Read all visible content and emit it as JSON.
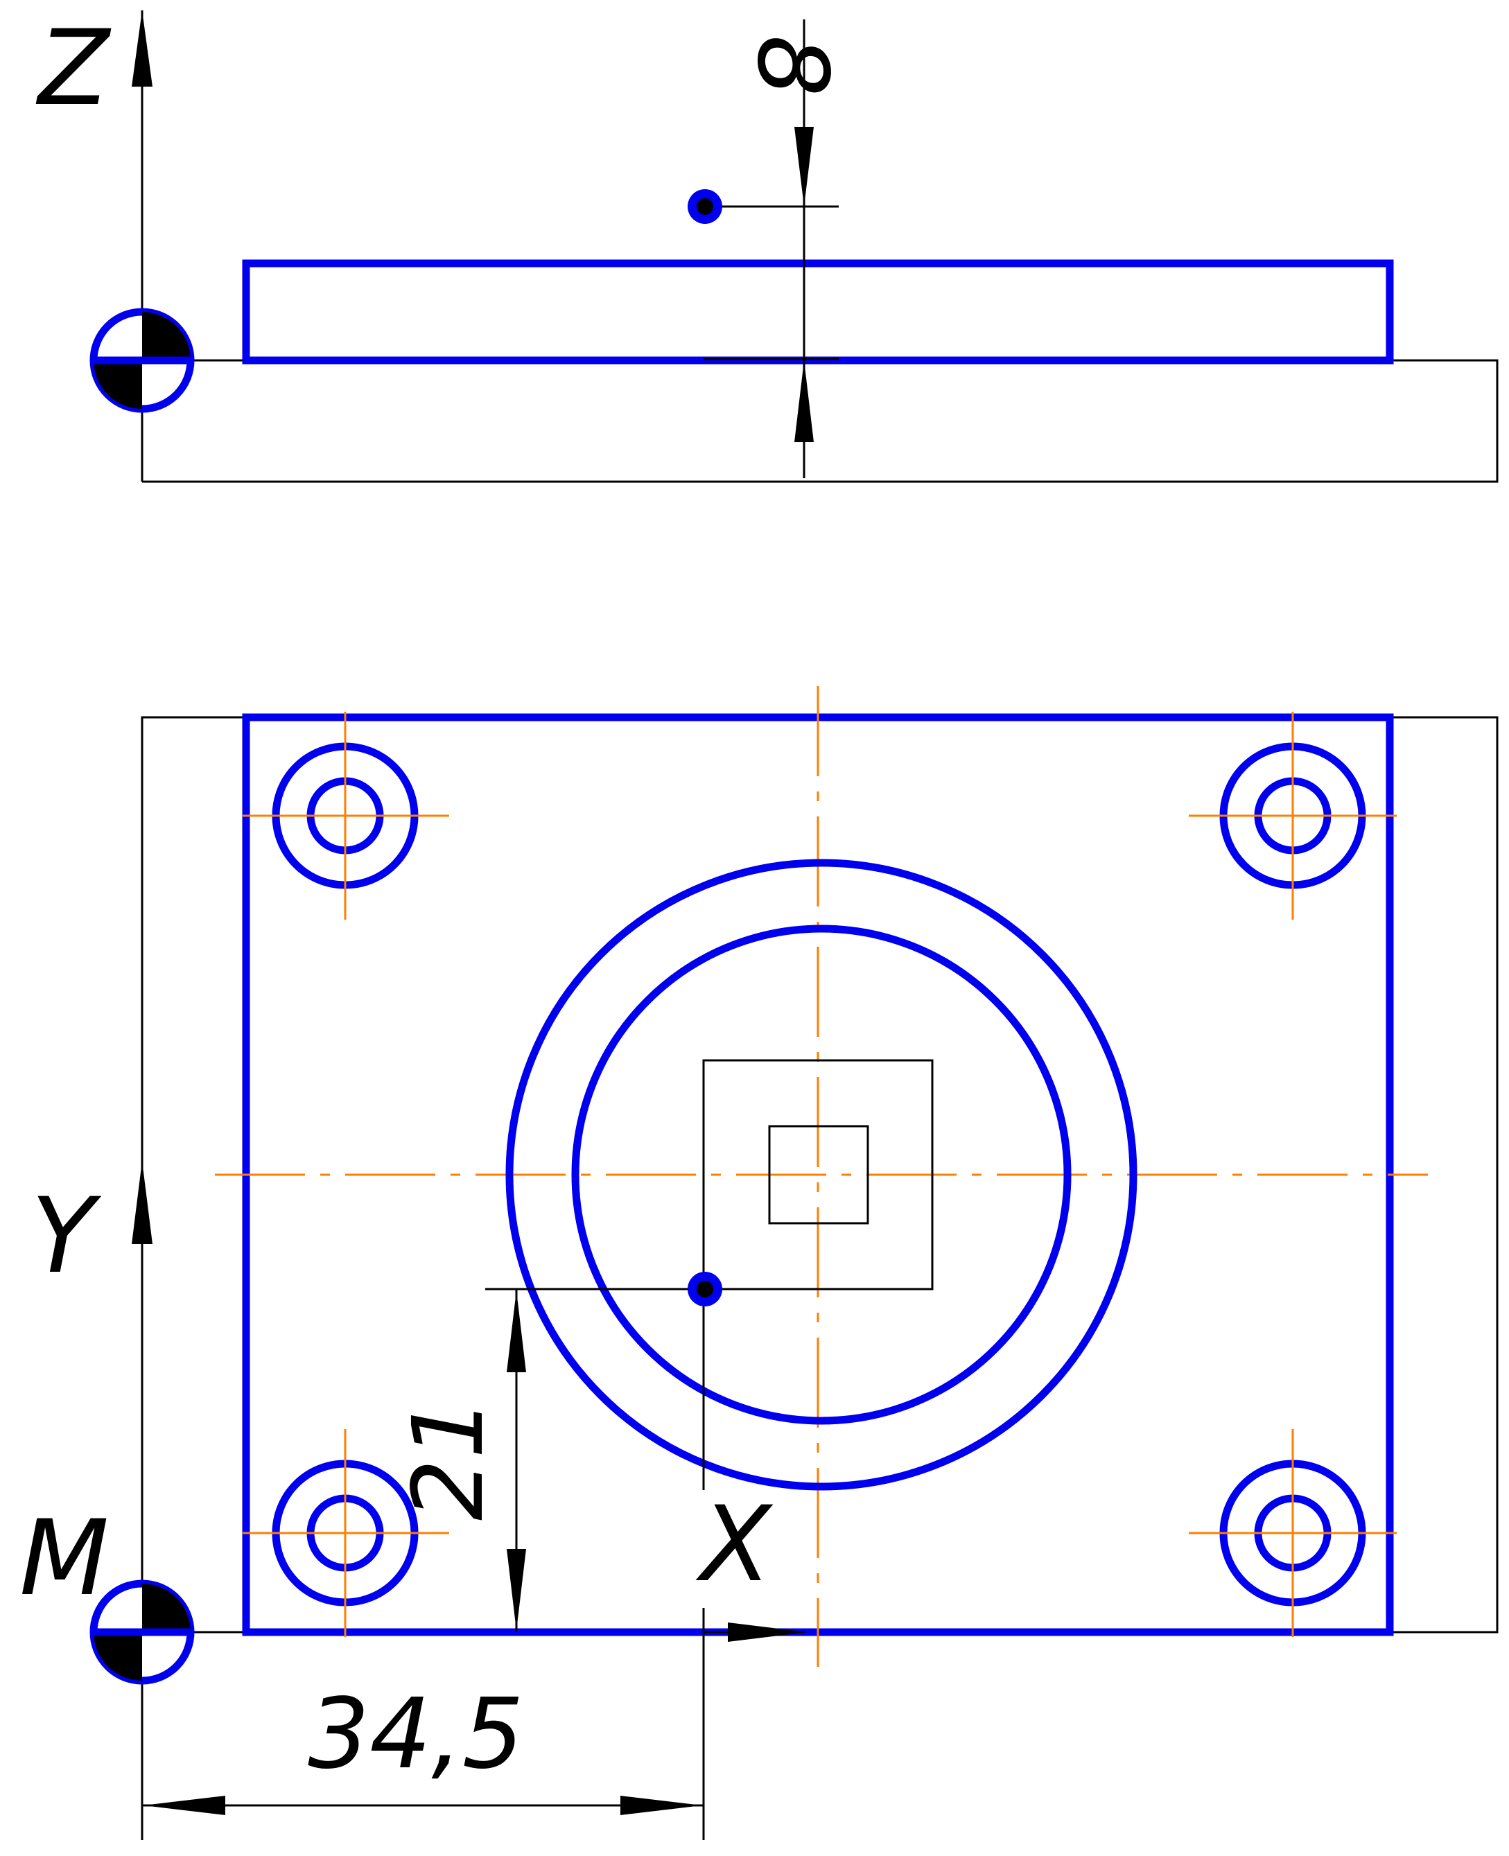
{
  "axes": {
    "z_label": "Z",
    "y_label": "Y",
    "x_label": "X",
    "origin_label": "M"
  },
  "dimensions": {
    "height": "8",
    "y_offset": "21",
    "x_offset": "34,5"
  },
  "colors": {
    "outline": "#0000ee",
    "centerline": "#ff7f00",
    "thin_line": "#000000"
  }
}
